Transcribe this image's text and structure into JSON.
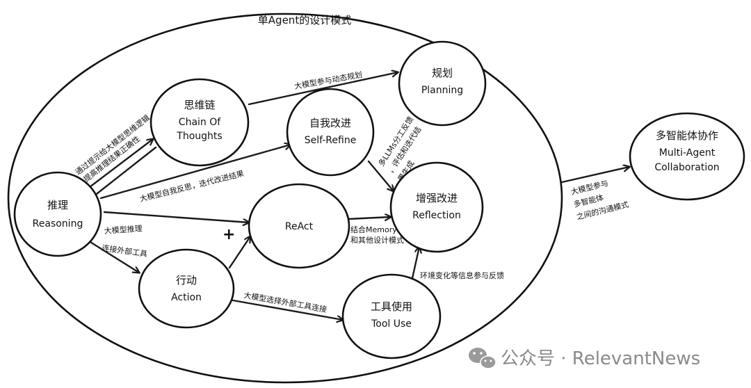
{
  "diagram": {
    "title": "单Agent的设计模式",
    "nodes": {
      "reasoning": {
        "zh": "推理",
        "en": "Reasoning"
      },
      "cot": {
        "zh": "思维链",
        "en1": "Chain Of",
        "en2": "Thoughts"
      },
      "planning": {
        "zh": "规划",
        "en": "Planning"
      },
      "selfrefine": {
        "zh": "自我改进",
        "en": "Self-Refine"
      },
      "react": {
        "en": "ReAct"
      },
      "reflection": {
        "zh": "增强改进",
        "en": "Reflection"
      },
      "action": {
        "zh": "行动",
        "en": "Action"
      },
      "tooluse": {
        "zh": "工具使用",
        "en": "Tool Use"
      },
      "multiagent": {
        "zh": "多智能体协作",
        "en1": "Multi-Agent",
        "en2": "Collaboration"
      }
    },
    "edges": {
      "reasoning_cot_1": "通过提示给大模型思维逻辑,",
      "reasoning_cot_2": "提高推理结果正确性",
      "cot_planning": "大模型参与动态规划",
      "reasoning_selfrefine": "大模型自我反思，迭代改进结果",
      "selfrefine_reflection_1": "多LLMs分工反馈",
      "selfrefine_reflection_2": "，评估和迭代结",
      "selfrefine_reflection_3": "果生成",
      "reasoning_action_1": "大模型推理",
      "reasoning_action_2": "连接外部工具",
      "plus": "+",
      "react_reflection_1": "结合Memory",
      "react_reflection_2": "和其他设计模式",
      "action_tooluse": "大模型选择外部工具连接",
      "tooluse_reflection": "环境变化等信息参与反馈",
      "single_multi_1": "大模型参与",
      "single_multi_2": "多智能体",
      "single_multi_3": "之间的沟通模式"
    }
  },
  "watermark": {
    "icon": "wechat-icon",
    "text": "公众号 · RelevantNews"
  }
}
